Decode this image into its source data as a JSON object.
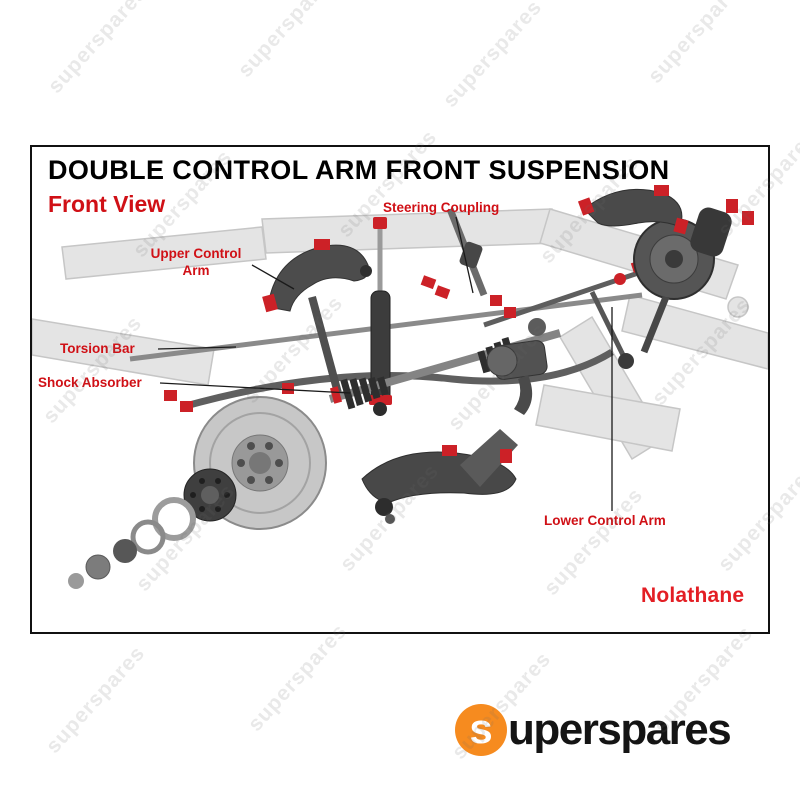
{
  "watermark": {
    "text": "superspares"
  },
  "diagram": {
    "title": "DOUBLE CONTROL ARM FRONT SUSPENSION",
    "view_label": "Front View",
    "labels": {
      "steering_coupling": "Steering Coupling",
      "upper_control_arm": "Upper Control Arm",
      "torsion_bar": "Torsion Bar",
      "shock_absorber": "Shock Absorber",
      "lower_control_arm": "Lower Control Arm"
    },
    "brand": "Nolathane"
  },
  "footer_logo": {
    "initial": "s",
    "rest": "uperspares"
  },
  "colors": {
    "label_red": "#d01016",
    "brand_red": "#e31e24",
    "logo_orange": "#f68b1f",
    "frame_gray": "#e4e4e4",
    "part_dark": "#4a4a4a",
    "bushing_red": "#cc2127"
  }
}
